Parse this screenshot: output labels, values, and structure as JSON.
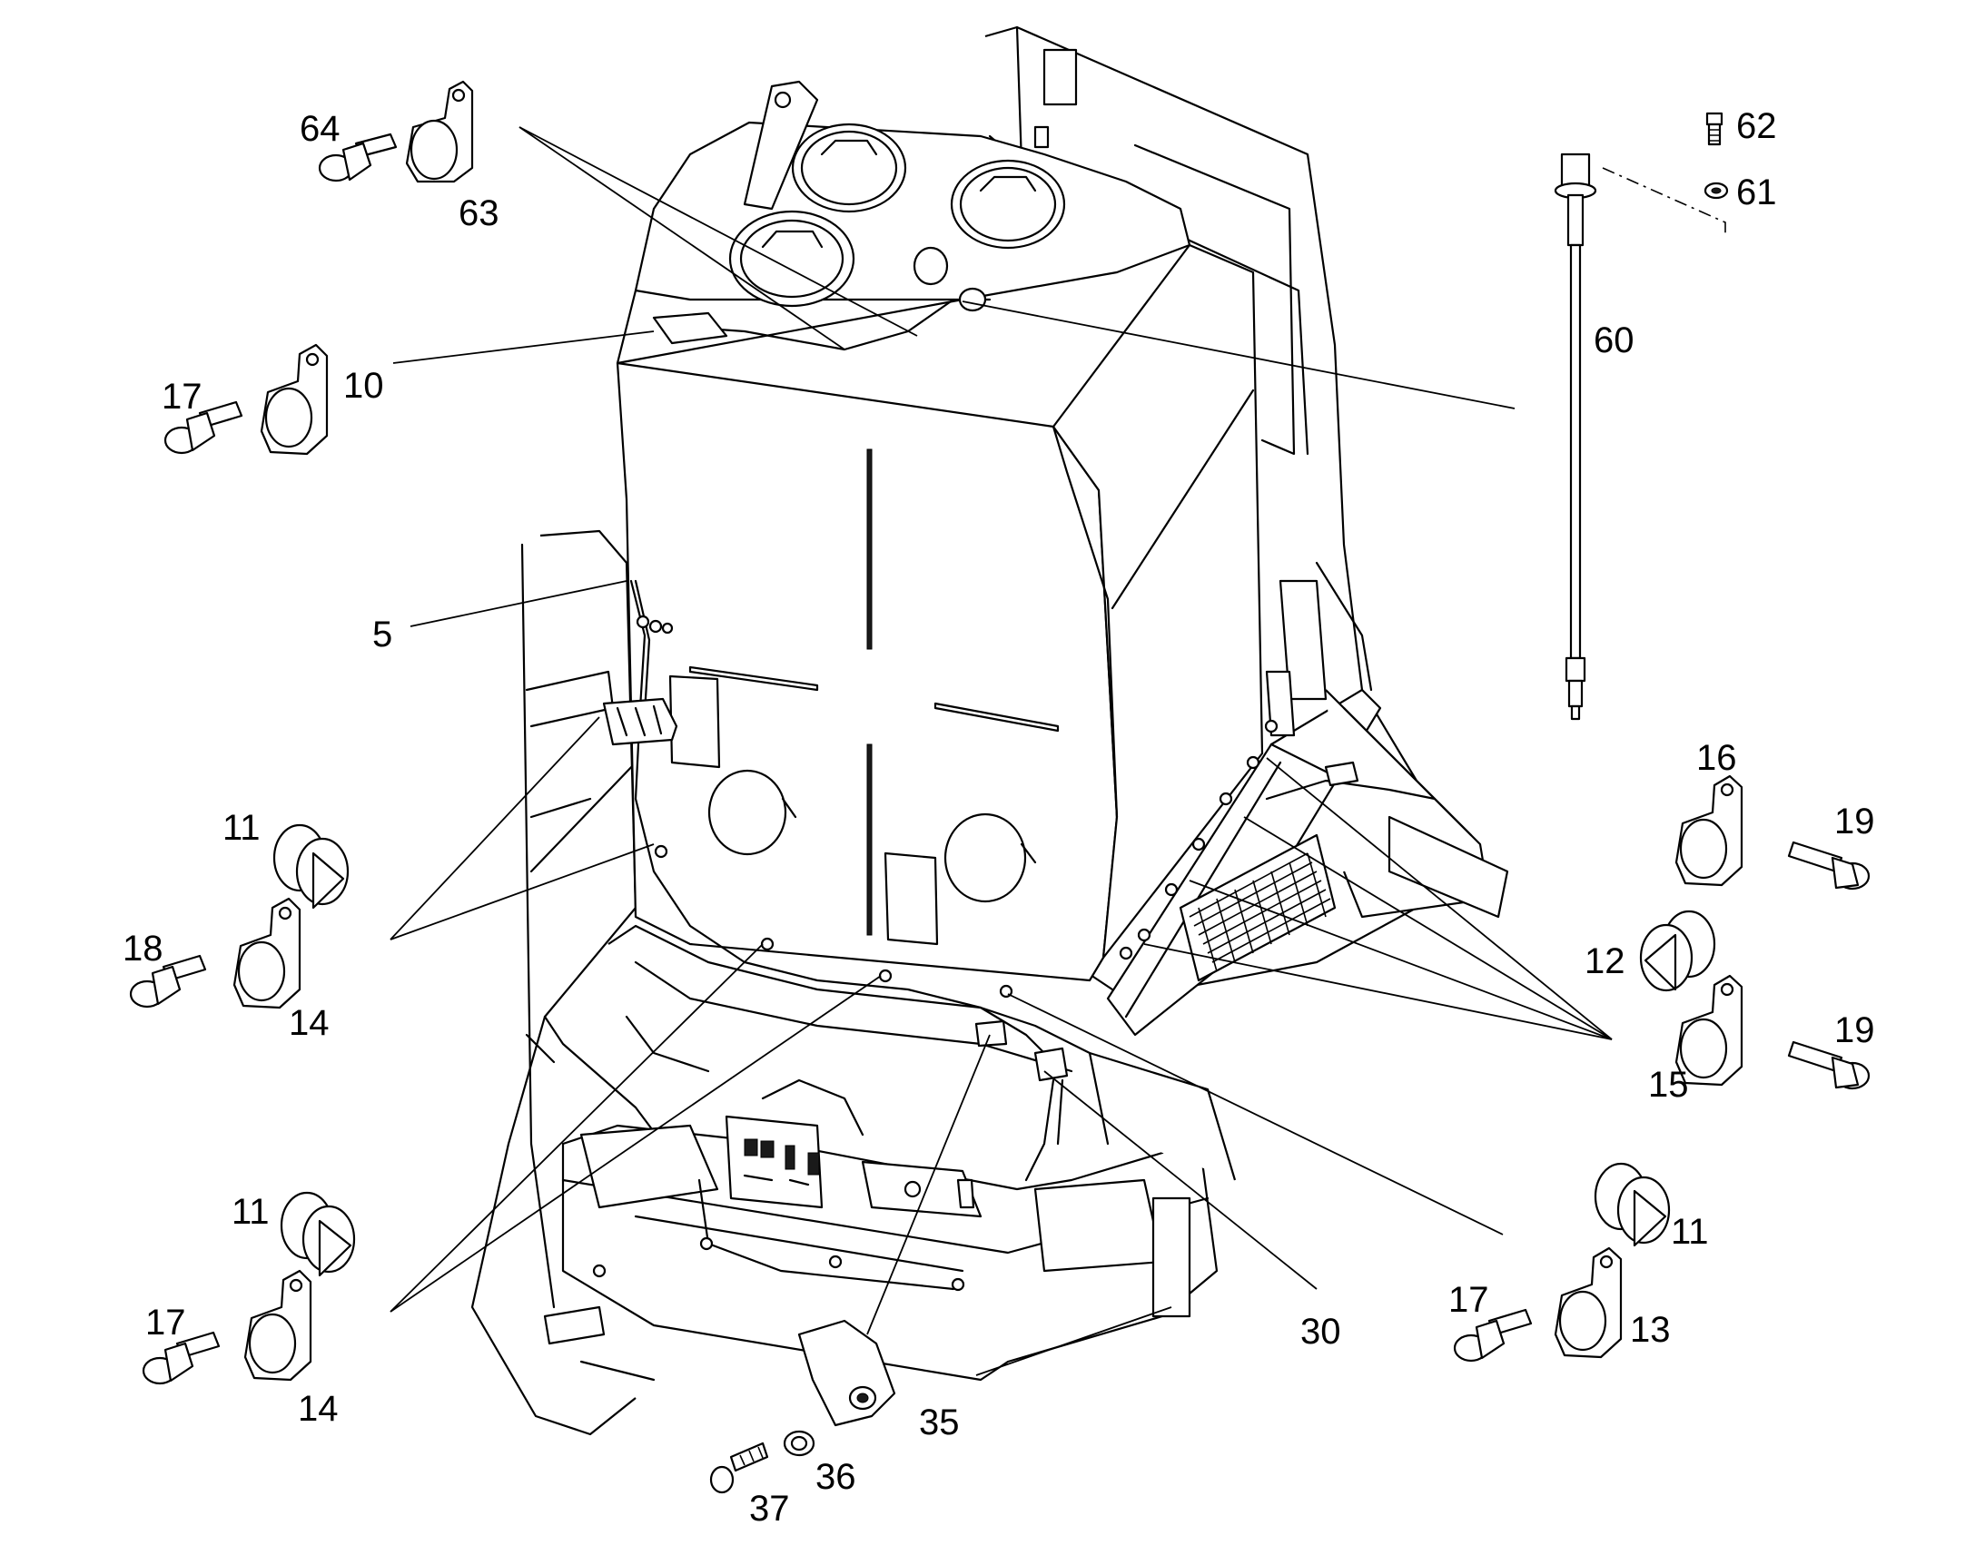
{
  "callouts": {
    "c64": "64",
    "c63": "63",
    "c62": "62",
    "c61": "61",
    "c60": "60",
    "c10": "10",
    "c17a": "17",
    "c5": "5",
    "c11a": "11",
    "c18": "18",
    "c14a": "14",
    "c16": "16",
    "c19a": "19",
    "c12": "12",
    "c19b": "19",
    "c15": "15",
    "c11b": "11",
    "c17b": "17",
    "c14b": "14",
    "c11c": "11",
    "c17c": "17",
    "c13": "13",
    "c30": "30",
    "c35": "35",
    "c36": "36",
    "c37": "37"
  },
  "colors": {
    "line": "#000000",
    "background": "#ffffff"
  }
}
